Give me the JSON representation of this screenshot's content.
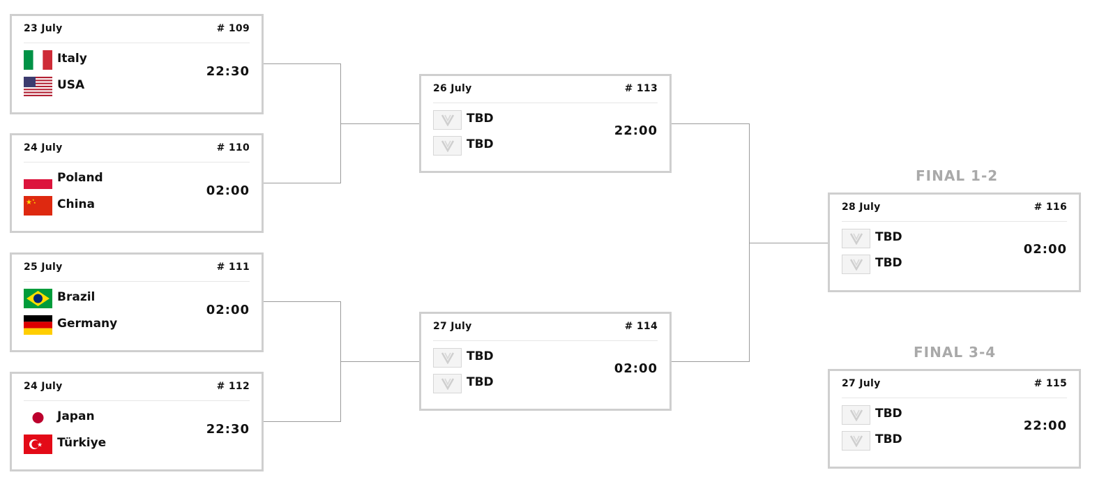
{
  "matches": [
    {
      "id": "m109",
      "date": "23 July",
      "num": "# 109",
      "time": "22:30",
      "teams": [
        {
          "name": "Italy",
          "flag": "italy-flag"
        },
        {
          "name": "USA",
          "flag": "usa-flag"
        }
      ]
    },
    {
      "id": "m110",
      "date": "24 July",
      "num": "# 110",
      "time": "02:00",
      "teams": [
        {
          "name": "Poland",
          "flag": "poland-flag"
        },
        {
          "name": "China",
          "flag": "china-flag"
        }
      ]
    },
    {
      "id": "m111",
      "date": "25 July",
      "num": "# 111",
      "time": "02:00",
      "teams": [
        {
          "name": "Brazil",
          "flag": "brazil-flag"
        },
        {
          "name": "Germany",
          "flag": "germany-flag"
        }
      ]
    },
    {
      "id": "m112",
      "date": "24 July",
      "num": "# 112",
      "time": "22:30",
      "teams": [
        {
          "name": "Japan",
          "flag": "japan-flag"
        },
        {
          "name": "Türkiye",
          "flag": "turkiye-flag"
        }
      ]
    },
    {
      "id": "m113",
      "date": "26 July",
      "num": "# 113",
      "time": "22:00",
      "teams": [
        {
          "name": "TBD",
          "flag": "tbd-logo"
        },
        {
          "name": "TBD",
          "flag": "tbd-logo"
        }
      ]
    },
    {
      "id": "m114",
      "date": "27 July",
      "num": "# 114",
      "time": "02:00",
      "teams": [
        {
          "name": "TBD",
          "flag": "tbd-logo"
        },
        {
          "name": "TBD",
          "flag": "tbd-logo"
        }
      ]
    },
    {
      "id": "m116",
      "date": "28 July",
      "num": "# 116",
      "time": "02:00",
      "teams": [
        {
          "name": "TBD",
          "flag": "tbd-logo"
        },
        {
          "name": "TBD",
          "flag": "tbd-logo"
        }
      ]
    },
    {
      "id": "m115",
      "date": "27 July",
      "num": "# 115",
      "time": "22:00",
      "teams": [
        {
          "name": "TBD",
          "flag": "tbd-logo"
        },
        {
          "name": "TBD",
          "flag": "tbd-logo"
        }
      ]
    }
  ],
  "labels": {
    "final12": "FINAL 1-2",
    "final34": "FINAL 3-4"
  },
  "colors": {
    "card_border": "#cfcfcf",
    "connector": "#9a9a9a",
    "final_label": "#a9a9a9"
  }
}
